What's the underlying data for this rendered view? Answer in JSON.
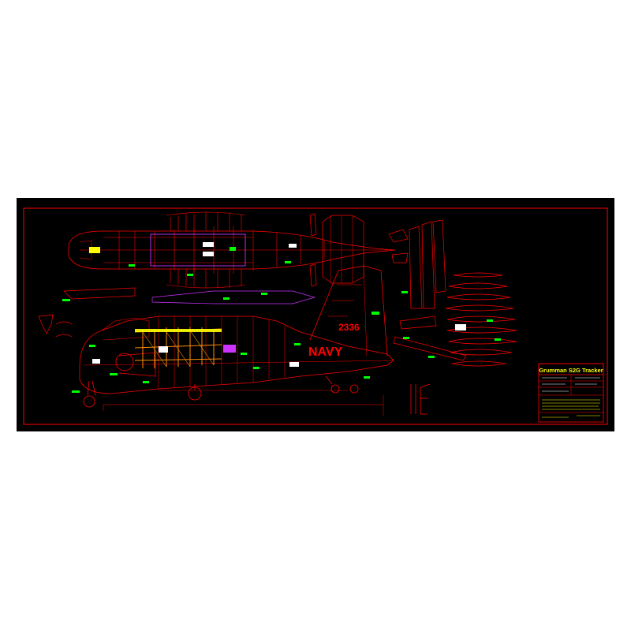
{
  "drawing": {
    "title": "Grumman S2G Tracker",
    "fuselage_marking": "NAVY",
    "tail_number": "2336"
  },
  "colors": {
    "background": "#000000",
    "outline": "#ff0000",
    "label": "#00ff00",
    "accent_yellow": "#ffff00",
    "accent_orange": "#ff8c00",
    "accent_magenta": "#cc33ff",
    "accent_white": "#ffffff"
  }
}
